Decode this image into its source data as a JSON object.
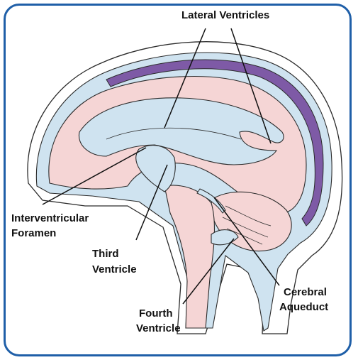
{
  "labels": {
    "lateral_ventricles": "Lateral Ventricles",
    "interventricular_line1": "Interventricular",
    "interventricular_line2": "Foramen",
    "third_line1": "Third",
    "third_line2": "Ventricle",
    "cerebral_line1": "Cerebral",
    "cerebral_line2": "Aqueduct",
    "fourth_line1": "Fourth",
    "fourth_line2": "Ventricle"
  },
  "colors": {
    "frame_border": "#1f5fa8",
    "brain_tissue": "#f5d5d5",
    "csf_space": "#cfe3f0",
    "dura": "#7e5aa6",
    "outline": "#2b2b2b"
  }
}
